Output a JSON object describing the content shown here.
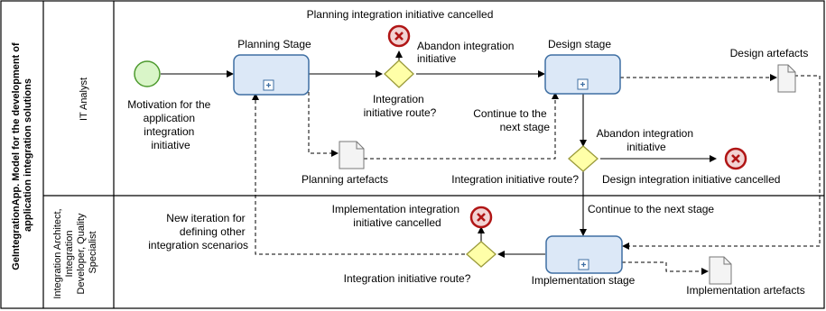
{
  "pool": {
    "title_line1": "GeIntegrationApp. Model for the development of",
    "title_line2": "application integration solutions"
  },
  "lanes": {
    "it_analyst": "IT Analyst",
    "architect_line1": "Integration Architect,",
    "architect_line2": "Integration",
    "architect_line3": "Developer, Quality",
    "architect_line4": "Specialist"
  },
  "tasks": {
    "planning": "Planning Stage",
    "design": "Design stage",
    "implementation": "Implementation stage"
  },
  "labels": {
    "motivation": [
      "Motivation for the",
      "application",
      "integration",
      "initiative"
    ],
    "planning_cancelled": "Planning integration initiative cancelled",
    "abandon_top": [
      "Abandon integration",
      "initiative"
    ],
    "gw1_route": [
      "Integration",
      "initiative route?"
    ],
    "continue_next": [
      "Continue to the",
      "next stage"
    ],
    "planning_artefacts": "Planning artefacts",
    "design_artefacts": "Design artefacts",
    "abandon_mid": [
      "Abandon integration",
      "initiative"
    ],
    "gw2_route": "Integration initiative route?",
    "design_cancelled": "Design integration initiative cancelled",
    "continue_next_stage": "Continue to the next stage",
    "impl_cancelled": [
      "Implementation integration",
      "initiative cancelled"
    ],
    "new_iteration": [
      "New iteration for",
      "defining other",
      "integration scenarios"
    ],
    "gw3_route": "Integration initiative route?",
    "impl_artefacts": "Implementation artefacts"
  },
  "colors": {
    "task_fill": "#dce8f7",
    "task_stroke": "#3f6fa3",
    "gateway_fill": "#ffffa8",
    "gateway_stroke": "#9a9a3a",
    "start_fill": "#d9f5c8",
    "start_stroke": "#4d9a2e",
    "end_fill": "#f2d3d3",
    "end_stroke": "#b01515"
  }
}
